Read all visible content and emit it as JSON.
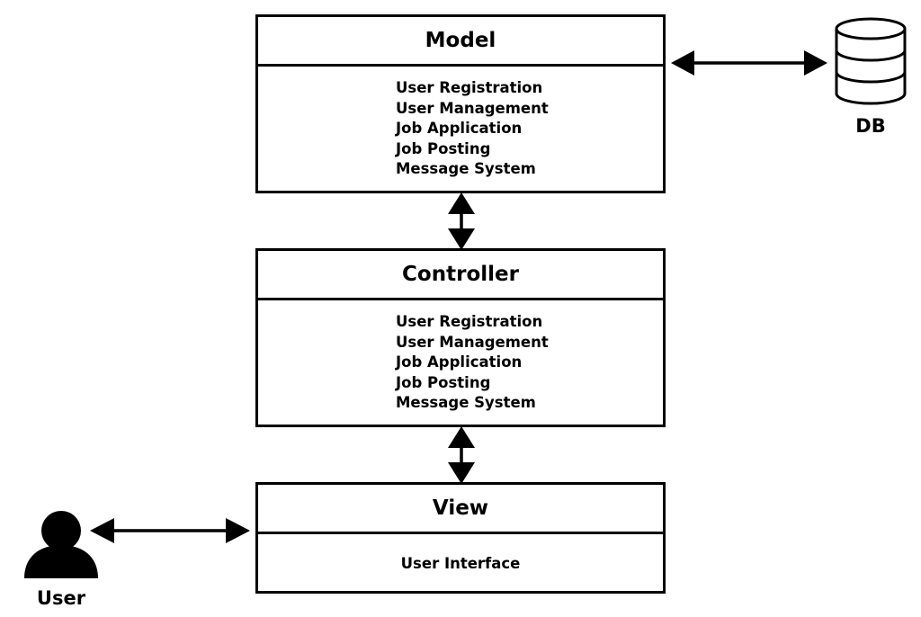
{
  "model": {
    "title": "Model",
    "items": [
      "User Registration",
      "User Management",
      "Job Application",
      "Job Posting",
      "Message System"
    ]
  },
  "controller": {
    "title": "Controller",
    "items": [
      "User Registration",
      "User Management",
      "Job Application",
      "Job Posting",
      "Message System"
    ]
  },
  "view": {
    "title": "View",
    "items": [
      "User Interface"
    ]
  },
  "db": {
    "label": "DB",
    "icon": "database-icon"
  },
  "user": {
    "label": "User",
    "icon": "user-icon"
  },
  "colors": {
    "stroke": "#000000",
    "background": "#ffffff"
  }
}
